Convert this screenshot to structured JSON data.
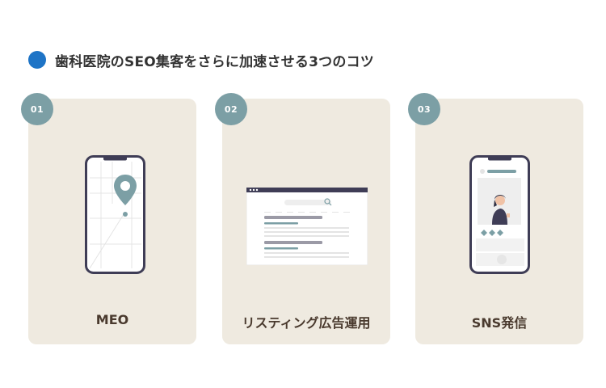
{
  "colors": {
    "accent_dot": "#1e74c6",
    "card_bg": "#efeae0",
    "badge_bg": "#7c9fa5",
    "title_text": "#4a3a2e",
    "phone_frame": "#3f3d56",
    "teal": "#7c9fa5"
  },
  "heading": {
    "text": "歯科医院のSEO集客をさらに加速させる3つのコツ"
  },
  "cards": [
    {
      "number": "01",
      "title": "MEO",
      "icon": "map-pin-phone-illustration"
    },
    {
      "number": "02",
      "title": "リスティング広告運用",
      "icon": "search-results-browser-illustration"
    },
    {
      "number": "03",
      "title": "SNS発信",
      "icon": "social-media-phone-illustration"
    }
  ]
}
